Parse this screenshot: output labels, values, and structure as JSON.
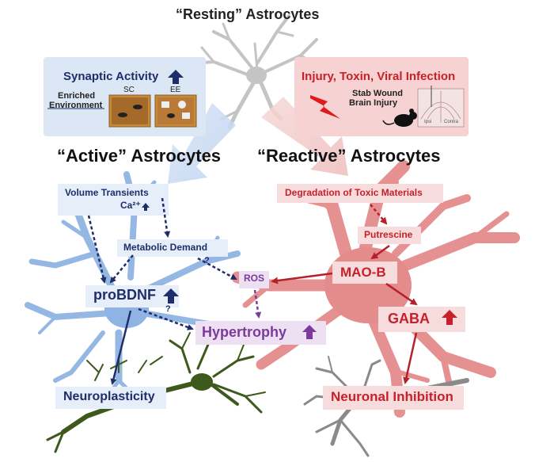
{
  "title": "“Resting” Astrocytes",
  "active_heading": "“Active” Astrocytes",
  "reactive_heading": "“Reactive” Astrocytes",
  "synaptic_box": {
    "title": "Synaptic Activity",
    "enriched_label_line1": "Enriched",
    "enriched_label_line2": "Environment",
    "cage_sc": "SC",
    "cage_ee": "EE"
  },
  "injury_box": {
    "title": "Injury, Toxin, Viral Infection",
    "stab_line1": "Stab Wound",
    "stab_line2": "Brain Injury",
    "slice_ipsi": "Ipsi",
    "slice_contra": "Contra"
  },
  "active_nodes": {
    "volume_line1": "Volume Transients",
    "volume_line2": "Ca²⁺",
    "metabolic": "Metabolic Demand",
    "probdnf": "proBDNF",
    "neuroplasticity": "Neuroplasticity",
    "question1": "?",
    "question2": "?"
  },
  "reactive_nodes": {
    "degradation": "Degradation of Toxic Materials",
    "putrescine": "Putrescine",
    "maob": "MAO-B",
    "gaba": "GABA",
    "inhibition": "Neuronal Inhibition"
  },
  "shared_nodes": {
    "ros": "ROS",
    "hypertrophy": "Hypertrophy"
  },
  "colors": {
    "active_navy": "#1f2d6b",
    "reactive_red": "#c8202a",
    "purple": "#7b3a9c",
    "active_astro": "#8fb4e3",
    "reactive_astro": "#e58a8a",
    "resting_astro": "#bdbdbd",
    "neuron_green": "#3d5a1c",
    "neuron_gray": "#8a8a8a"
  },
  "icons": [
    "up-arrow-icon",
    "lightning-icon",
    "mouse-icon",
    "brain-slice-icon",
    "cage-icon"
  ]
}
